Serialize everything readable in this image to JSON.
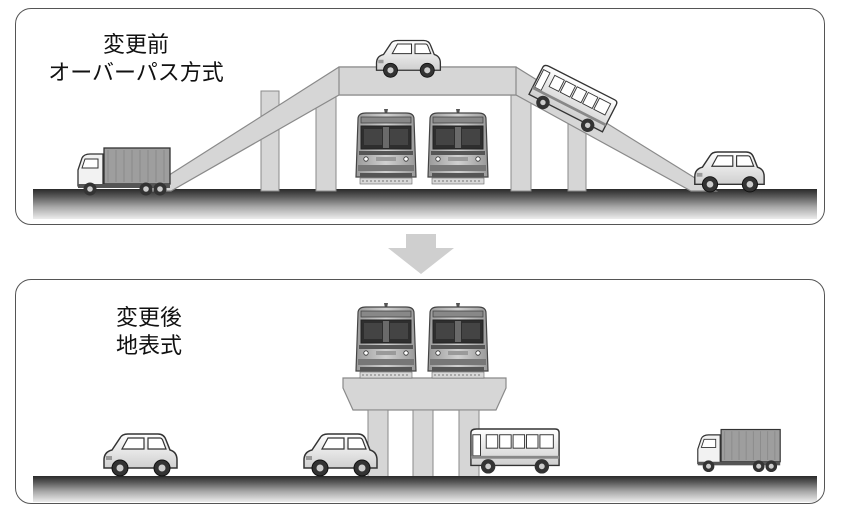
{
  "before": {
    "label": "変更前",
    "method": "オーバーパス方式"
  },
  "after": {
    "label": "変更後",
    "method": "地表式"
  },
  "colors": {
    "structure": "#d6d6d6",
    "structure_edge": "#8a8a8a",
    "ground_dark": "#3c3c3c",
    "ground_light": "#d9d9d9",
    "arrow": "#cfcfcf",
    "train_body": "#bdbdbd",
    "train_window": "#2e2e2e"
  }
}
